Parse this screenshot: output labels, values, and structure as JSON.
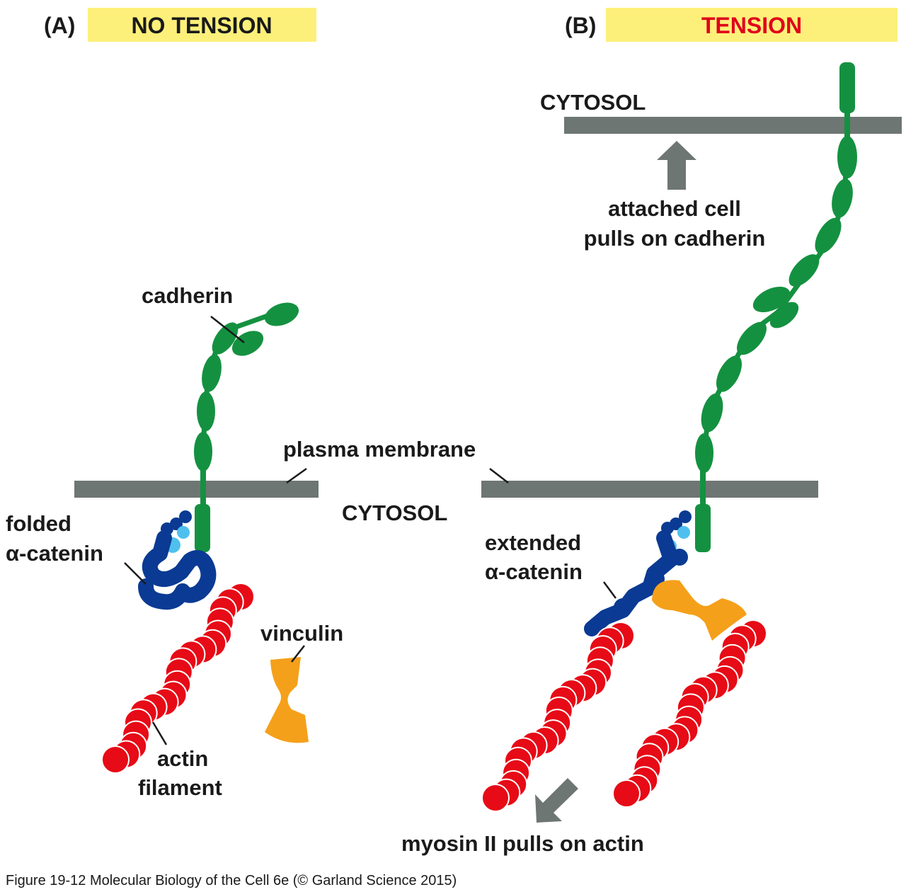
{
  "panel_a": {
    "tag": "(A)",
    "heading": "NO TENSION",
    "labels": {
      "cadherin": "cadherin",
      "plasma_membrane": "plasma membrane",
      "cytosol": "CYTOSOL",
      "folded_line1": "folded",
      "folded_line2": "α-catenin",
      "vinculin": "vinculin",
      "actin_line1": "actin",
      "actin_line2": "filament"
    }
  },
  "panel_b": {
    "tag": "(B)",
    "heading": "TENSION",
    "labels": {
      "cytosol_top": "CYTOSOL",
      "attached_line1": "attached cell",
      "attached_line2": "pulls on cadherin",
      "extended_line1": "extended",
      "extended_line2": "α-catenin",
      "myosin": "myosin II pulls on actin"
    }
  },
  "caption": "Figure 19-12  Molecular Biology of the Cell 6e (© Garland Science 2015)",
  "colors": {
    "heading_bg": "#fdf07a",
    "heading_tension": "#e0001b",
    "heading_text": "#1a1a1a",
    "membrane": "#6e7673",
    "cadherin": "#149140",
    "catenin_dark": "#0a3a93",
    "catenin_light": "#4fc0ee",
    "actin": "#e60b16",
    "vinculin": "#f5a01a",
    "arrow": "#6e7673"
  }
}
